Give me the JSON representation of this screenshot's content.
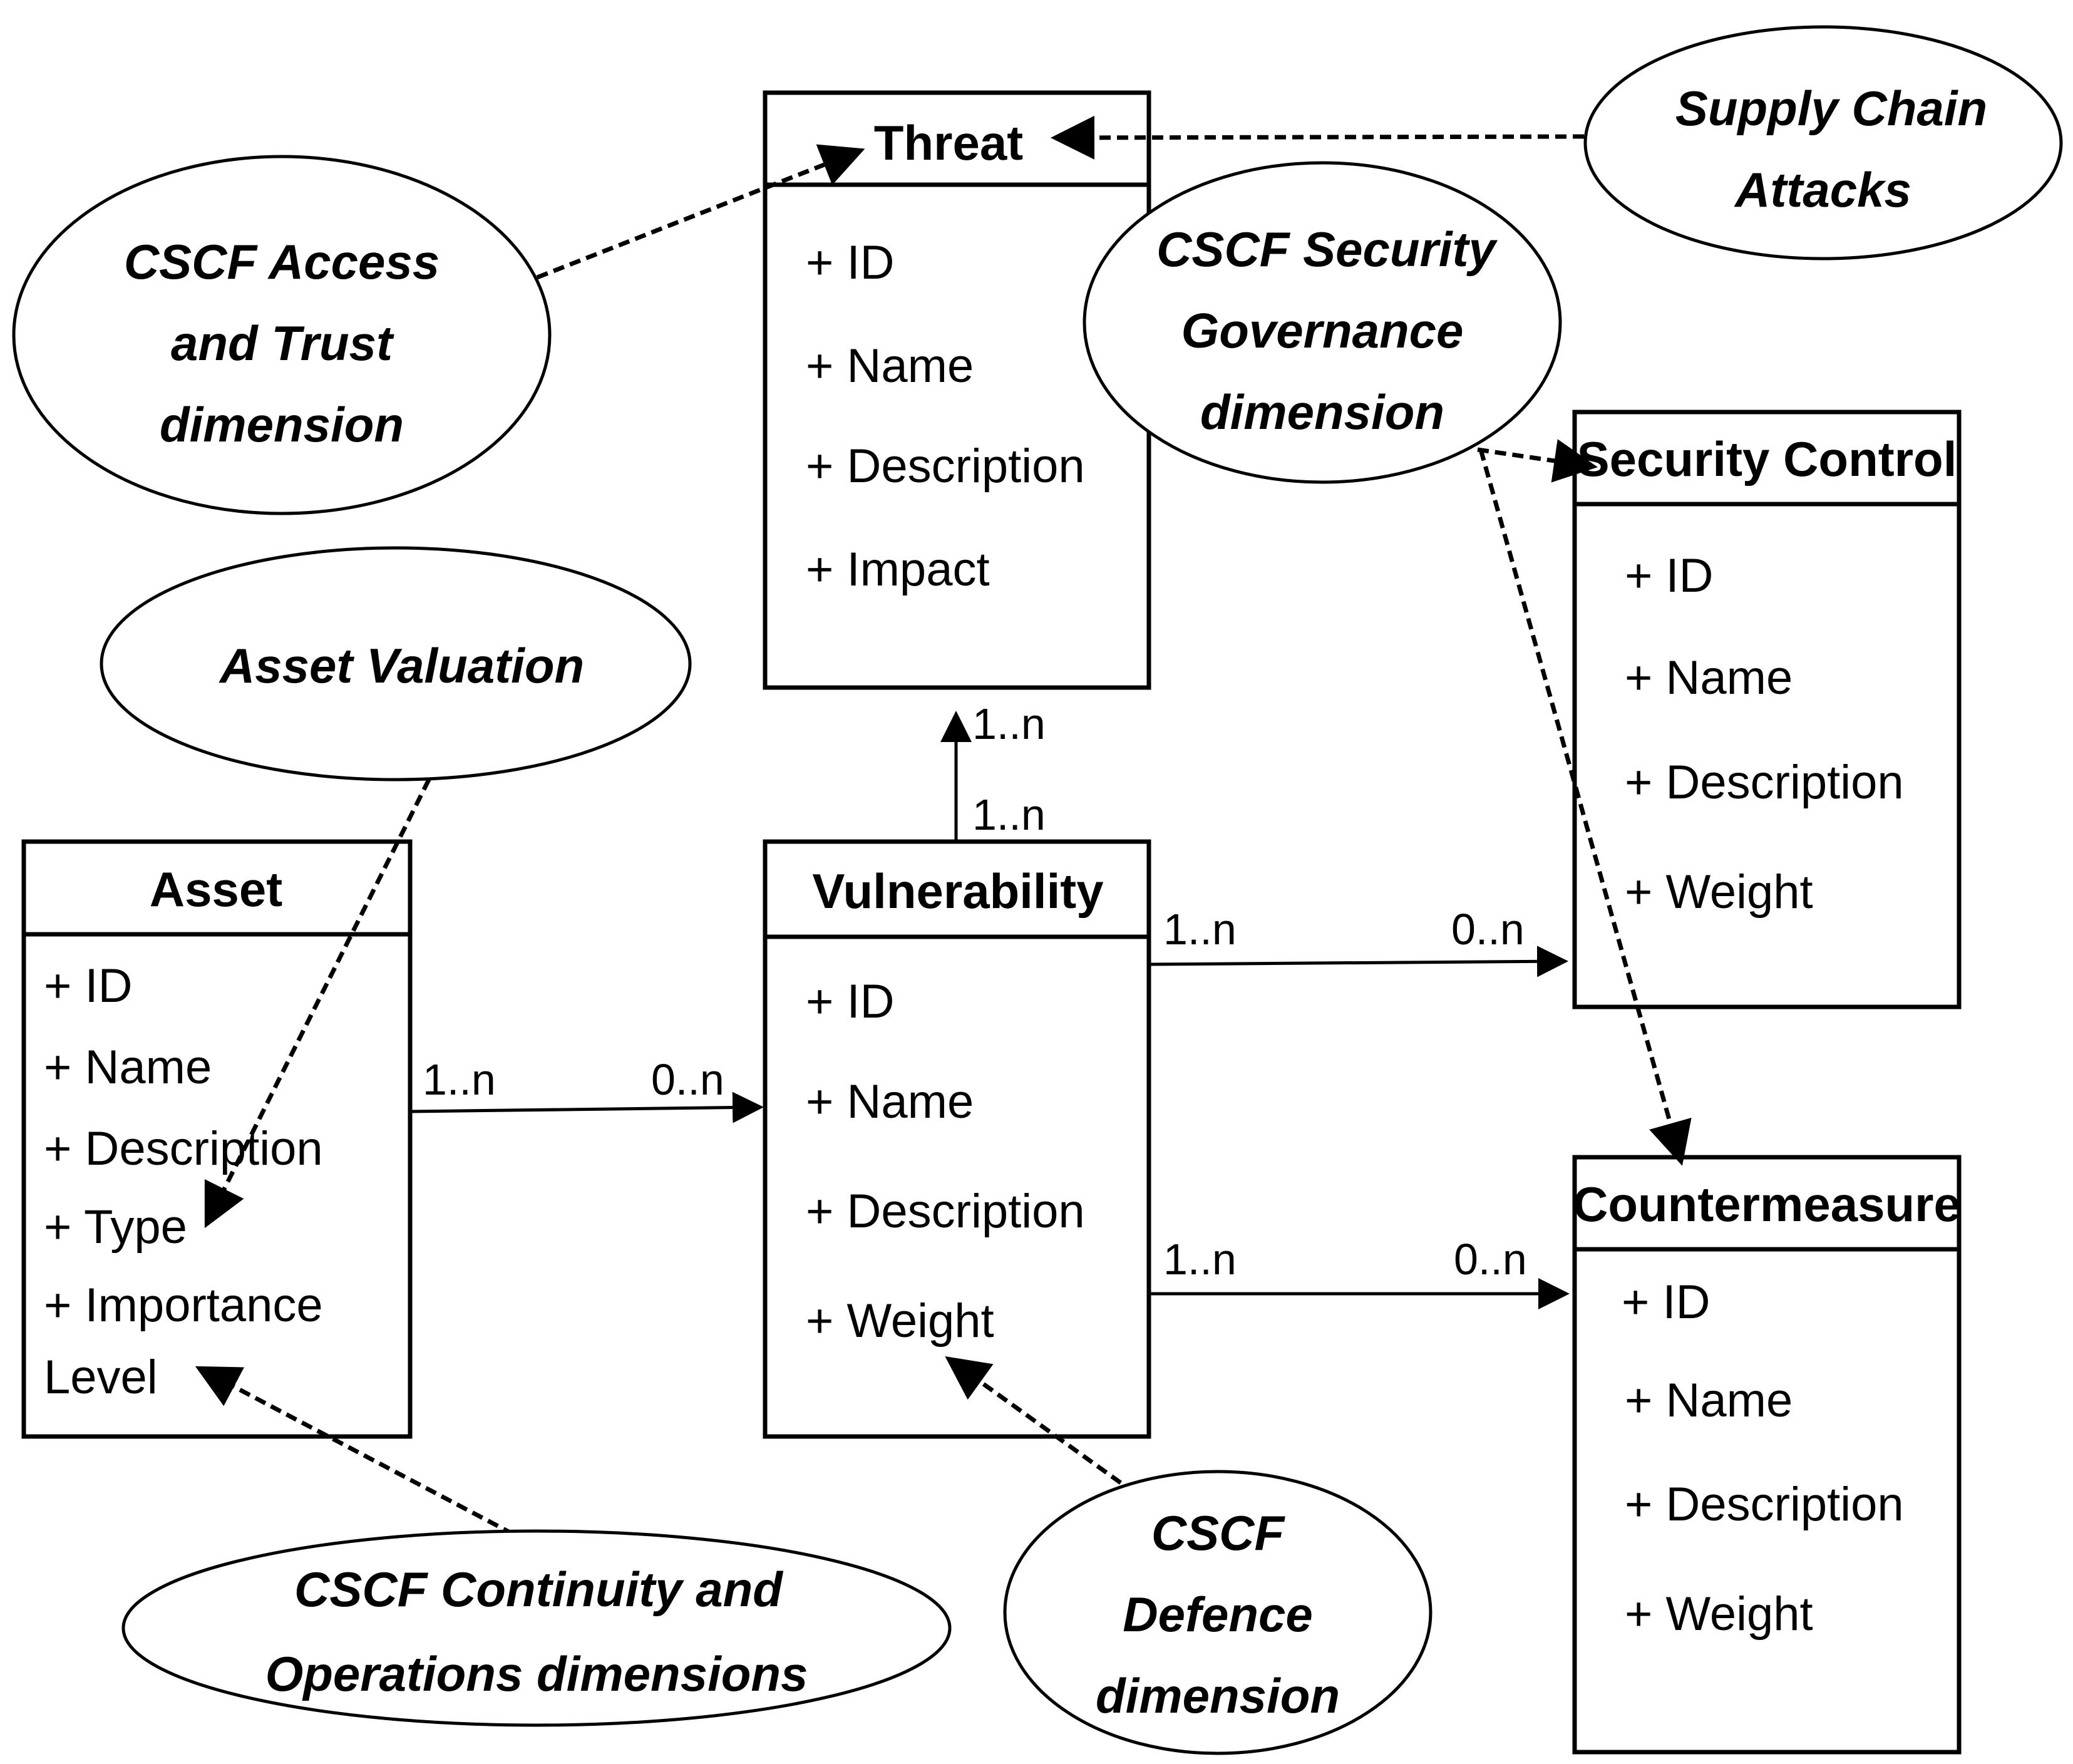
{
  "classes": {
    "threat": {
      "title": "Threat",
      "attributes": [
        "+ ID",
        "+ Name",
        "+ Description",
        "+ Impact"
      ]
    },
    "asset": {
      "title": "Asset",
      "attributes": [
        "+ ID",
        "+ Name",
        "+ Description",
        "+ Type",
        "+ Importance",
        "Level"
      ]
    },
    "vulnerability": {
      "title": "Vulnerability",
      "attributes": [
        "+ ID",
        "+ Name",
        "+ Description",
        "+ Weight"
      ]
    },
    "security_control": {
      "title": "Security Control",
      "attributes": [
        "+ ID",
        "+ Name",
        "+ Description",
        "+ Weight"
      ]
    },
    "countermeasure": {
      "title": "Countermeasure",
      "attributes": [
        "+ ID",
        "+ Name",
        "+ Description",
        "+ Weight"
      ]
    }
  },
  "dimensions": {
    "access_trust": [
      "CSCF Access",
      "and Trust",
      "dimension"
    ],
    "supply_chain": [
      "Supply Chain",
      "Attacks"
    ],
    "security_governance": [
      "CSCF Security",
      "Governance",
      "dimension"
    ],
    "asset_valuation": [
      "Asset Valuation"
    ],
    "continuity_operations": [
      "CSCF Continuity and",
      "Operations dimensions"
    ],
    "defence": [
      "CSCF",
      "Defence",
      "dimension"
    ]
  },
  "multiplicities": {
    "vuln_threat_top": "1..n",
    "vuln_threat_bottom": "1..n",
    "asset_vuln_source": "1..n",
    "asset_vuln_target": "0..n",
    "vuln_control_source": "1..n",
    "vuln_control_target": "0..n",
    "vuln_counter_source": "1..n",
    "vuln_counter_target": "0..n"
  }
}
